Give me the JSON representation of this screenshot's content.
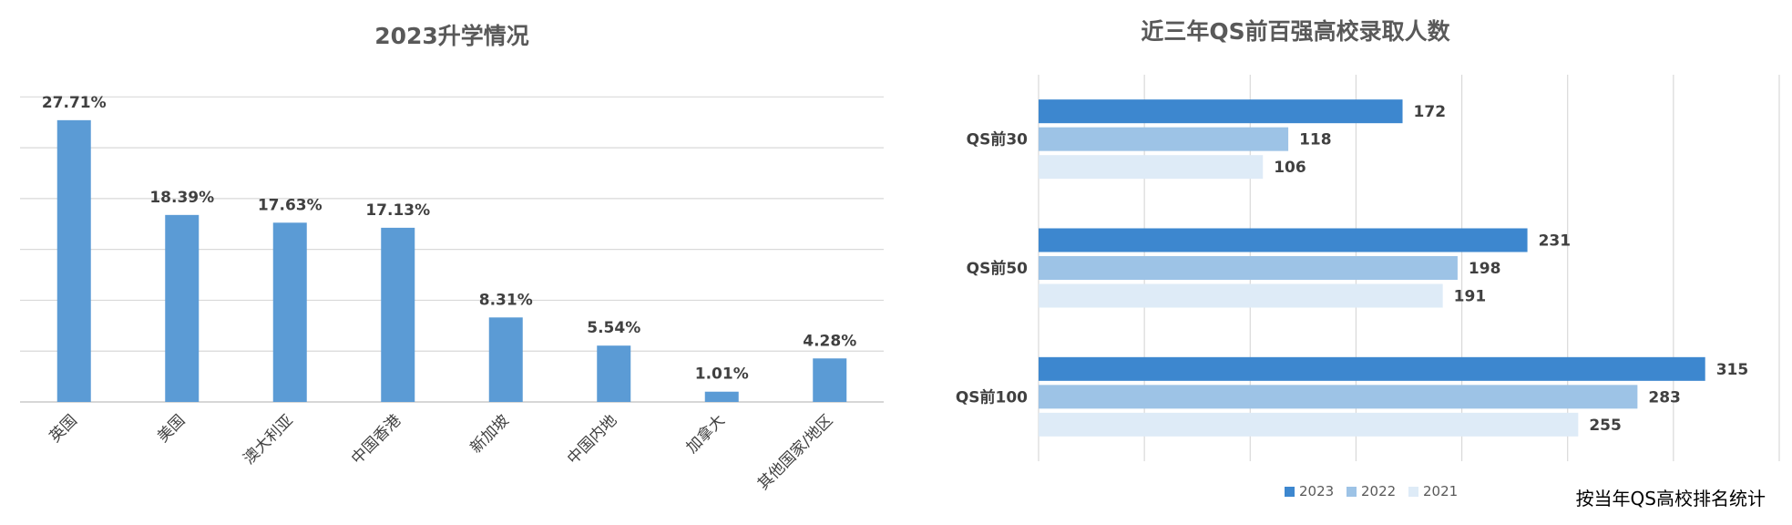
{
  "chart_data": [
    {
      "type": "bar",
      "title": "2023升学情况",
      "categories": [
        "英国",
        "美国",
        "澳大利亚",
        "中国香港",
        "新加坡",
        "中国内地",
        "加拿大",
        "其他国家/地区"
      ],
      "values": [
        27.71,
        18.39,
        17.63,
        17.13,
        8.31,
        5.54,
        1.01,
        4.28
      ],
      "data_labels": [
        "27.71%",
        "18.39%",
        "17.63%",
        "17.13%",
        "8.31%",
        "5.54%",
        "1.01%",
        "4.28%"
      ],
      "ylim": [
        0,
        32
      ],
      "grid": true,
      "color": "#5B9BD5"
    },
    {
      "type": "bar",
      "orientation": "horizontal",
      "title": "近三年QS前百强高校录取人数",
      "categories": [
        "QS前30",
        "QS前50",
        "QS前100"
      ],
      "series": [
        {
          "name": "2023",
          "values": [
            172,
            231,
            315
          ],
          "color": "#3D87CF"
        },
        {
          "name": "2022",
          "values": [
            118,
            198,
            283
          ],
          "color": "#9DC3E6"
        },
        {
          "name": "2021",
          "values": [
            106,
            191,
            255
          ],
          "color": "#DEEBF7"
        }
      ],
      "xlim": [
        0,
        350
      ],
      "grid": true,
      "legend": "bottom",
      "note": "按当年QS高校排名统计"
    }
  ]
}
